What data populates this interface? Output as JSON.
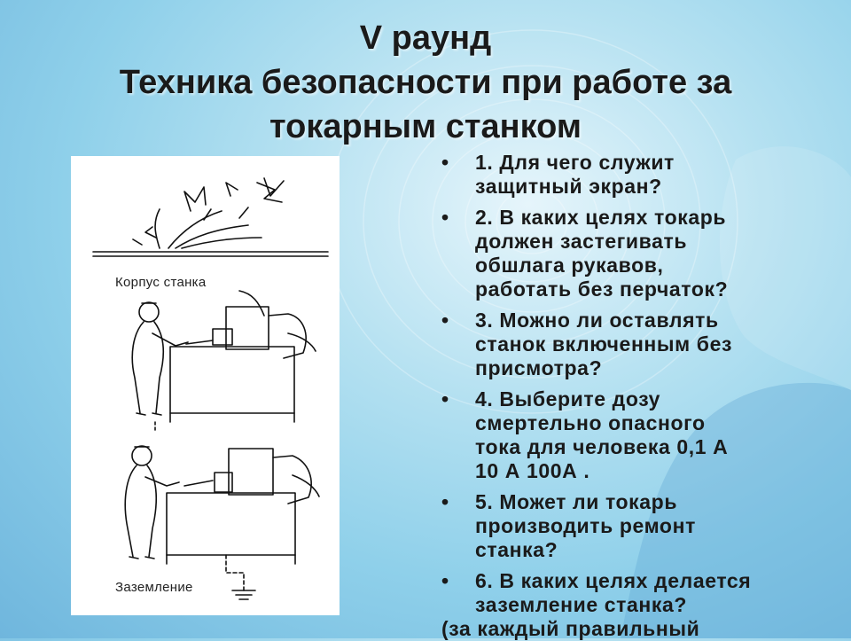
{
  "title": {
    "line1": "V раунд",
    "line2": "Техника безопасности при работе за",
    "line3": "токарным станком"
  },
  "figure": {
    "label_top": "Корпус станка",
    "label_bottom": "Заземление"
  },
  "questions": [
    {
      "bullet": "•",
      "text": "1. Для чего служит\nзащитный экран?"
    },
    {
      "bullet": "•",
      "text": "2. В каких целях токарь\nдолжен застегивать\nобшлага рукавов,\nработать без перчаток?"
    },
    {
      "bullet": "•",
      "text": "3. Можно ли оставлять\nстанок включенным без\nприсмотра?"
    },
    {
      "bullet": "•",
      "text": "4. Выберите дозу\nсмертельно опасного\nтока  для человека 0,1 А\n10 А  100А ."
    },
    {
      "bullet": "•",
      "text": "5. Может ли токарь\nпроизводить ремонт\nстанка?"
    },
    {
      "bullet": "•",
      "text": "6. В каких целях делается\nзаземление станка?"
    }
  ],
  "footer_note": "(за каждый правильный"
}
